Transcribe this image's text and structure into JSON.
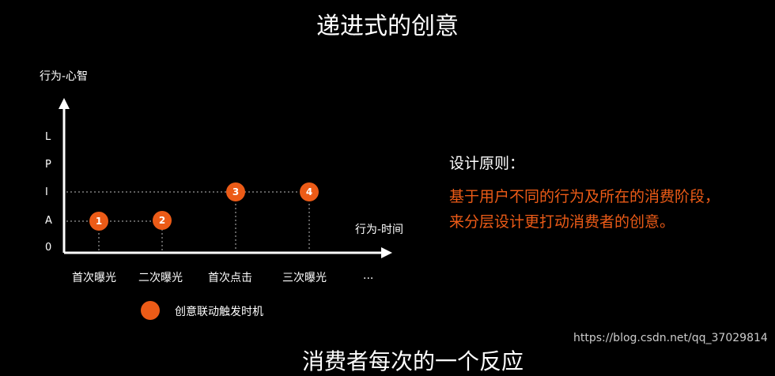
{
  "title": "递进式的创意",
  "y_axis_label": "行为-心智",
  "x_axis_label": "行为-时间",
  "y_ticks": [
    "L",
    "P",
    "I",
    "A",
    "0"
  ],
  "x_ticks": [
    "首次曝光",
    "二次曝光",
    "首次点击",
    "三次曝光",
    "..."
  ],
  "markers": [
    {
      "label": "1",
      "x": "首次曝光",
      "y": "A"
    },
    {
      "label": "2",
      "x": "二次曝光",
      "y": "A"
    },
    {
      "label": "3",
      "x": "首次点击",
      "y": "I"
    },
    {
      "label": "4",
      "x": "三次曝光",
      "y": "I"
    }
  ],
  "legend_label": "创意联动触发时机",
  "principle_title": "设计原则：",
  "principle_lines": [
    "基于用户不同的行为及所在的消费阶段，",
    "来分层设计更打动消费者的创意。"
  ],
  "watermark": "https://blog.csdn.net/qq_37029814",
  "footer_partial": "消费者每次的一个反应",
  "colors": {
    "accent": "#ec5b17",
    "background": "#000000",
    "text": "#ffffff"
  }
}
